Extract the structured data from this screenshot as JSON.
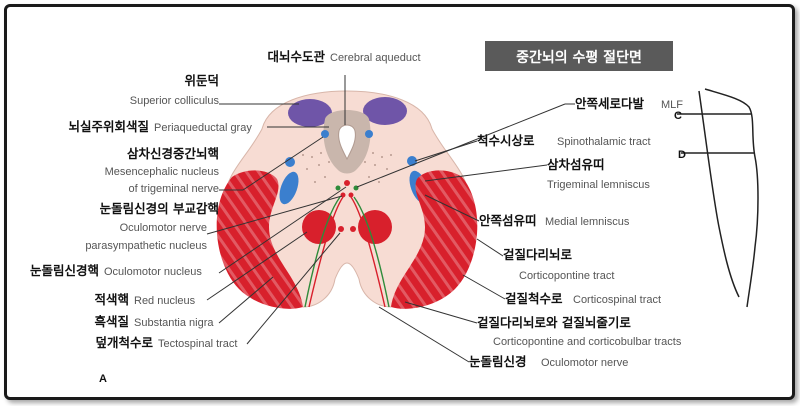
{
  "title": "중간뇌의 수평 절단면",
  "side_letters": {
    "c": "C",
    "d": "D"
  },
  "figure_label": "A",
  "labels": {
    "cerebral_aqueduct": {
      "ko": "대뇌수도관",
      "en": "Cerebral aqueduct"
    },
    "superior_colliculus": {
      "ko": "위둔덕",
      "en": "Superior colliculus"
    },
    "periaqueductal_gray": {
      "ko": "뇌실주위회색질",
      "en": "Periaqueductal gray"
    },
    "mesencephalic_nucleus": {
      "ko": "삼차신경중간뇌핵",
      "en1": "Mesencephalic nucleus",
      "en2": "of trigeminal nerve"
    },
    "oculomotor_parasym": {
      "ko": "눈돌림신경의 부교감핵",
      "en1": "Oculomotor nerve",
      "en2": "parasympathetic nucleus"
    },
    "oculomotor_nucleus": {
      "ko": "눈돌림신경핵",
      "en": "Oculomotor nucleus"
    },
    "red_nucleus": {
      "ko": "적색핵",
      "en": "Red nucleus"
    },
    "substantia_nigra": {
      "ko": "흑색질",
      "en": "Substantia nigra"
    },
    "tectospinal": {
      "ko": "덮개척수로",
      "en": "Tectospinal tract"
    },
    "mlf": {
      "ko": "안쪽세로다발",
      "en": "MLF"
    },
    "spinothalamic": {
      "ko": "척수시상로",
      "en": "Spinothalamic tract"
    },
    "trigeminal_lemniscus": {
      "ko": "삼차섬유띠",
      "en": "Trigeminal lemniscus"
    },
    "medial_lemniscus": {
      "ko": "안쪽섬유띠",
      "en": "Medial lemniscus"
    },
    "corticopontine": {
      "ko": "겉질다리뇌로",
      "en": "Corticopontine tract"
    },
    "corticospinal": {
      "ko": "겉질척수로",
      "en": "Corticospinal tract"
    },
    "corticobulbar": {
      "ko": "겉질다리뇌로와 겉질뇌줄기로",
      "en": "Corticopontine and corticobulbar tracts"
    },
    "oculomotor_nerve": {
      "ko": "눈돌림신경",
      "en": "Oculomotor nerve"
    }
  },
  "colors": {
    "red": "#d8202c",
    "red_stripe": "#e25a63",
    "purple": "#6f55a8",
    "blue": "#3b7fce",
    "pink_bg": "#f7dcd3",
    "gray_pag": "#c9b6ac",
    "green": "#2e8b3a",
    "title_bg": "#5a5a5a"
  }
}
